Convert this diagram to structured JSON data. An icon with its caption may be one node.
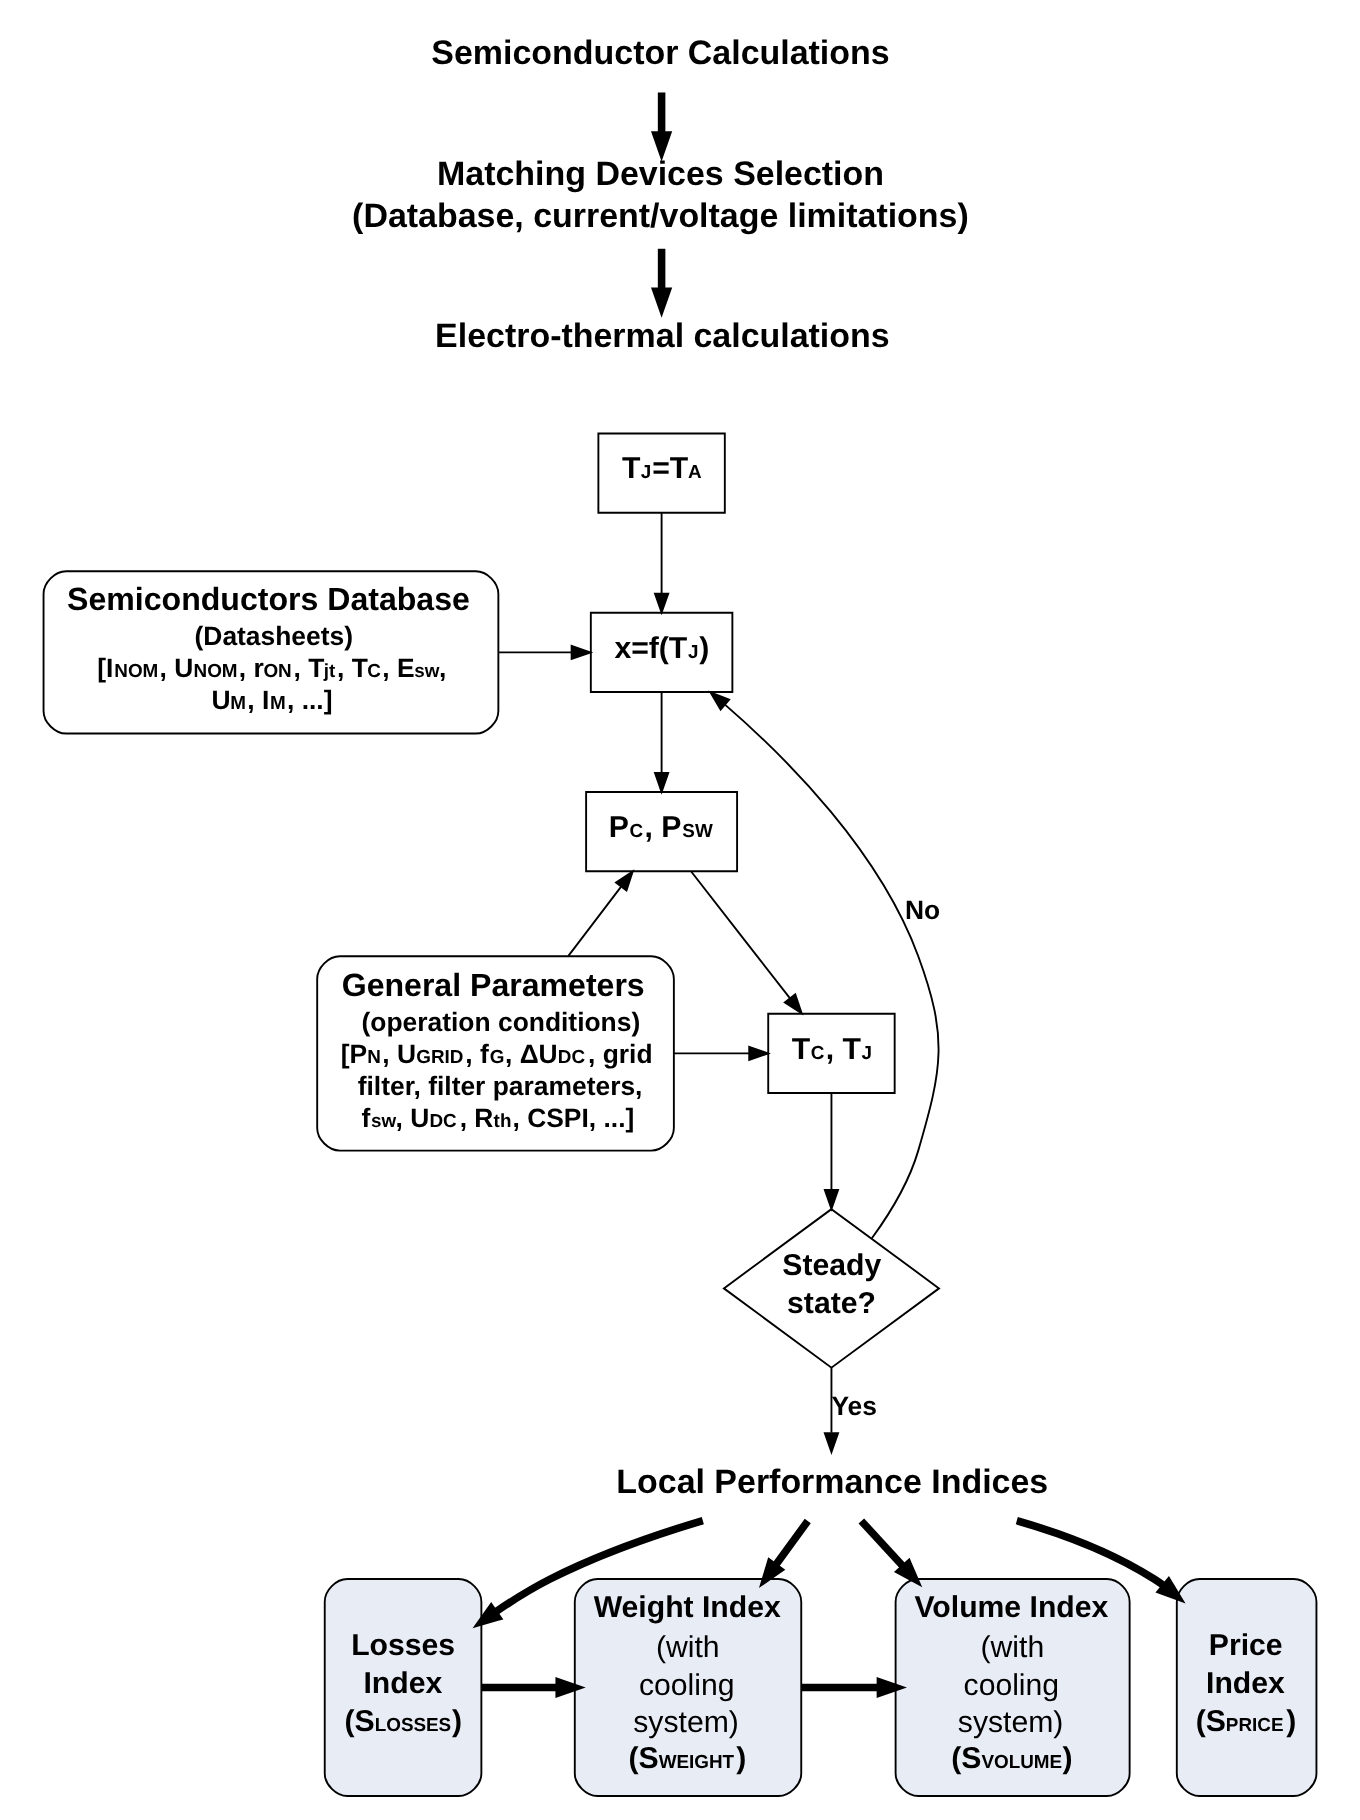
{
  "diagram": {
    "nodes": [
      {
        "text": [
          "Semiconductor Calculations"
        ]
      },
      {
        "text": [
          "Matching Devices Selection",
          "(Database, current/voltage limitations)"
        ]
      },
      {
        "text": [
          "Electro-thermal calculations"
        ]
      },
      {
        "text": [
          "T$_{J}$=T$_{A}$"
        ]
      },
      {
        "text": [
          "Semiconductors Database",
          "(Datasheets)",
          "[I$_{NOM}$, U$_{NOM}$, r$_{ON}$, T$_{jt}$, T$_{C}$, E$_{sw}$, U$_{M}$, I$_{M}$, ...]"
        ]
      },
      {
        "text": [
          "x=f(T$_{J}$)"
        ]
      },
      {
        "text": [
          "General Parameters",
          "(operation conditions)",
          "[P$_{N}$, U$_{GRID}$, f$_{G}$, ΔU$_{DC}$, grid filter, filter parameters, f$_{sw}$, U$_{DC}$, R$_{th}$, CSPI, ...]"
        ]
      },
      {
        "text": [
          "P$_{C}$, P$_{SW}$"
        ]
      },
      {
        "text": [
          "T$_{C}$, T$_{J}$"
        ]
      },
      {
        "text": [
          "Steady state?"
        ]
      },
      {
        "text": [
          "Local Performance Indices"
        ]
      },
      {
        "text": [
          "Losses Index",
          "(S$_{LOSSES}$)"
        ]
      },
      {
        "text": [
          "Weight Index",
          "(with cooling system)",
          "(S$_{WEIGHT}$)"
        ]
      },
      {
        "text": [
          "Volume Index",
          "(with cooling system)",
          "(S$_{VOLUME}$)"
        ]
      },
      {
        "text": [
          "Price Index",
          "(S$_{PRICE}$)"
        ]
      }
    ],
    "edges": [
      {
        "from": 0,
        "to": 1,
        "arrow": "to",
        "style": "thick"
      },
      {
        "from": 1,
        "to": 2,
        "arrow": "to",
        "style": "thick"
      },
      {
        "from": 3,
        "to": 5,
        "arrow": "to"
      },
      {
        "from": 4,
        "to": 5,
        "arrow": "to"
      },
      {
        "from": 5,
        "to": 7,
        "arrow": "to"
      },
      {
        "from": 6,
        "to": 7,
        "arrow": "to"
      },
      {
        "from": 6,
        "to": 8,
        "arrow": "to"
      },
      {
        "from": 7,
        "to": 8,
        "arrow": "to"
      },
      {
        "from": 8,
        "to": 9,
        "arrow": "to"
      },
      {
        "from": 9,
        "to": 10,
        "arrow": "to",
        "label": "Yes"
      },
      {
        "from": 9,
        "to": 5,
        "arrow": "to",
        "label": "No"
      },
      {
        "from": 10,
        "to": 11,
        "arrow": "to",
        "style": "thick"
      },
      {
        "from": 10,
        "to": 12,
        "arrow": "to",
        "style": "thick"
      },
      {
        "from": 10,
        "to": 13,
        "arrow": "to",
        "style": "thick"
      },
      {
        "from": 10,
        "to": 14,
        "arrow": "to",
        "style": "thick"
      },
      {
        "from": 11,
        "to": 12,
        "arrow": "to",
        "style": "thick"
      },
      {
        "from": 12,
        "to": 13,
        "arrow": "to",
        "style": "thick"
      }
    ]
  }
}
